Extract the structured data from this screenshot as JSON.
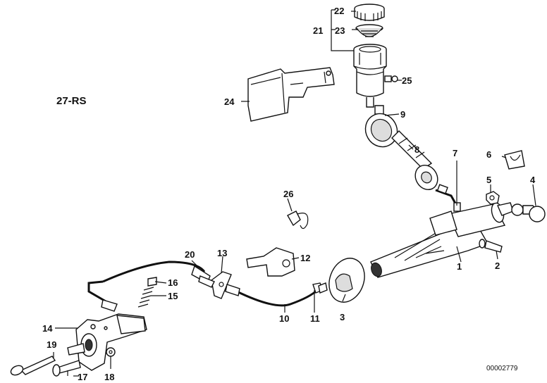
{
  "diagram": {
    "group_label": "27-RS",
    "drawing_number": "00002779",
    "labels": {
      "p1": "1",
      "p2": "2",
      "p3": "3",
      "p4": "4",
      "p5": "5",
      "p6": "6",
      "p7": "7",
      "p8": "8",
      "p9": "9",
      "p10": "10",
      "p11": "11",
      "p12": "12",
      "p13": "13",
      "p14": "14",
      "p15": "15",
      "p16": "16",
      "p17": "17",
      "p18": "18",
      "p19": "19",
      "p20": "20",
      "p21": "21",
      "p22": "22",
      "p23": "23",
      "p24": "24",
      "p25": "25",
      "p26": "26"
    }
  }
}
